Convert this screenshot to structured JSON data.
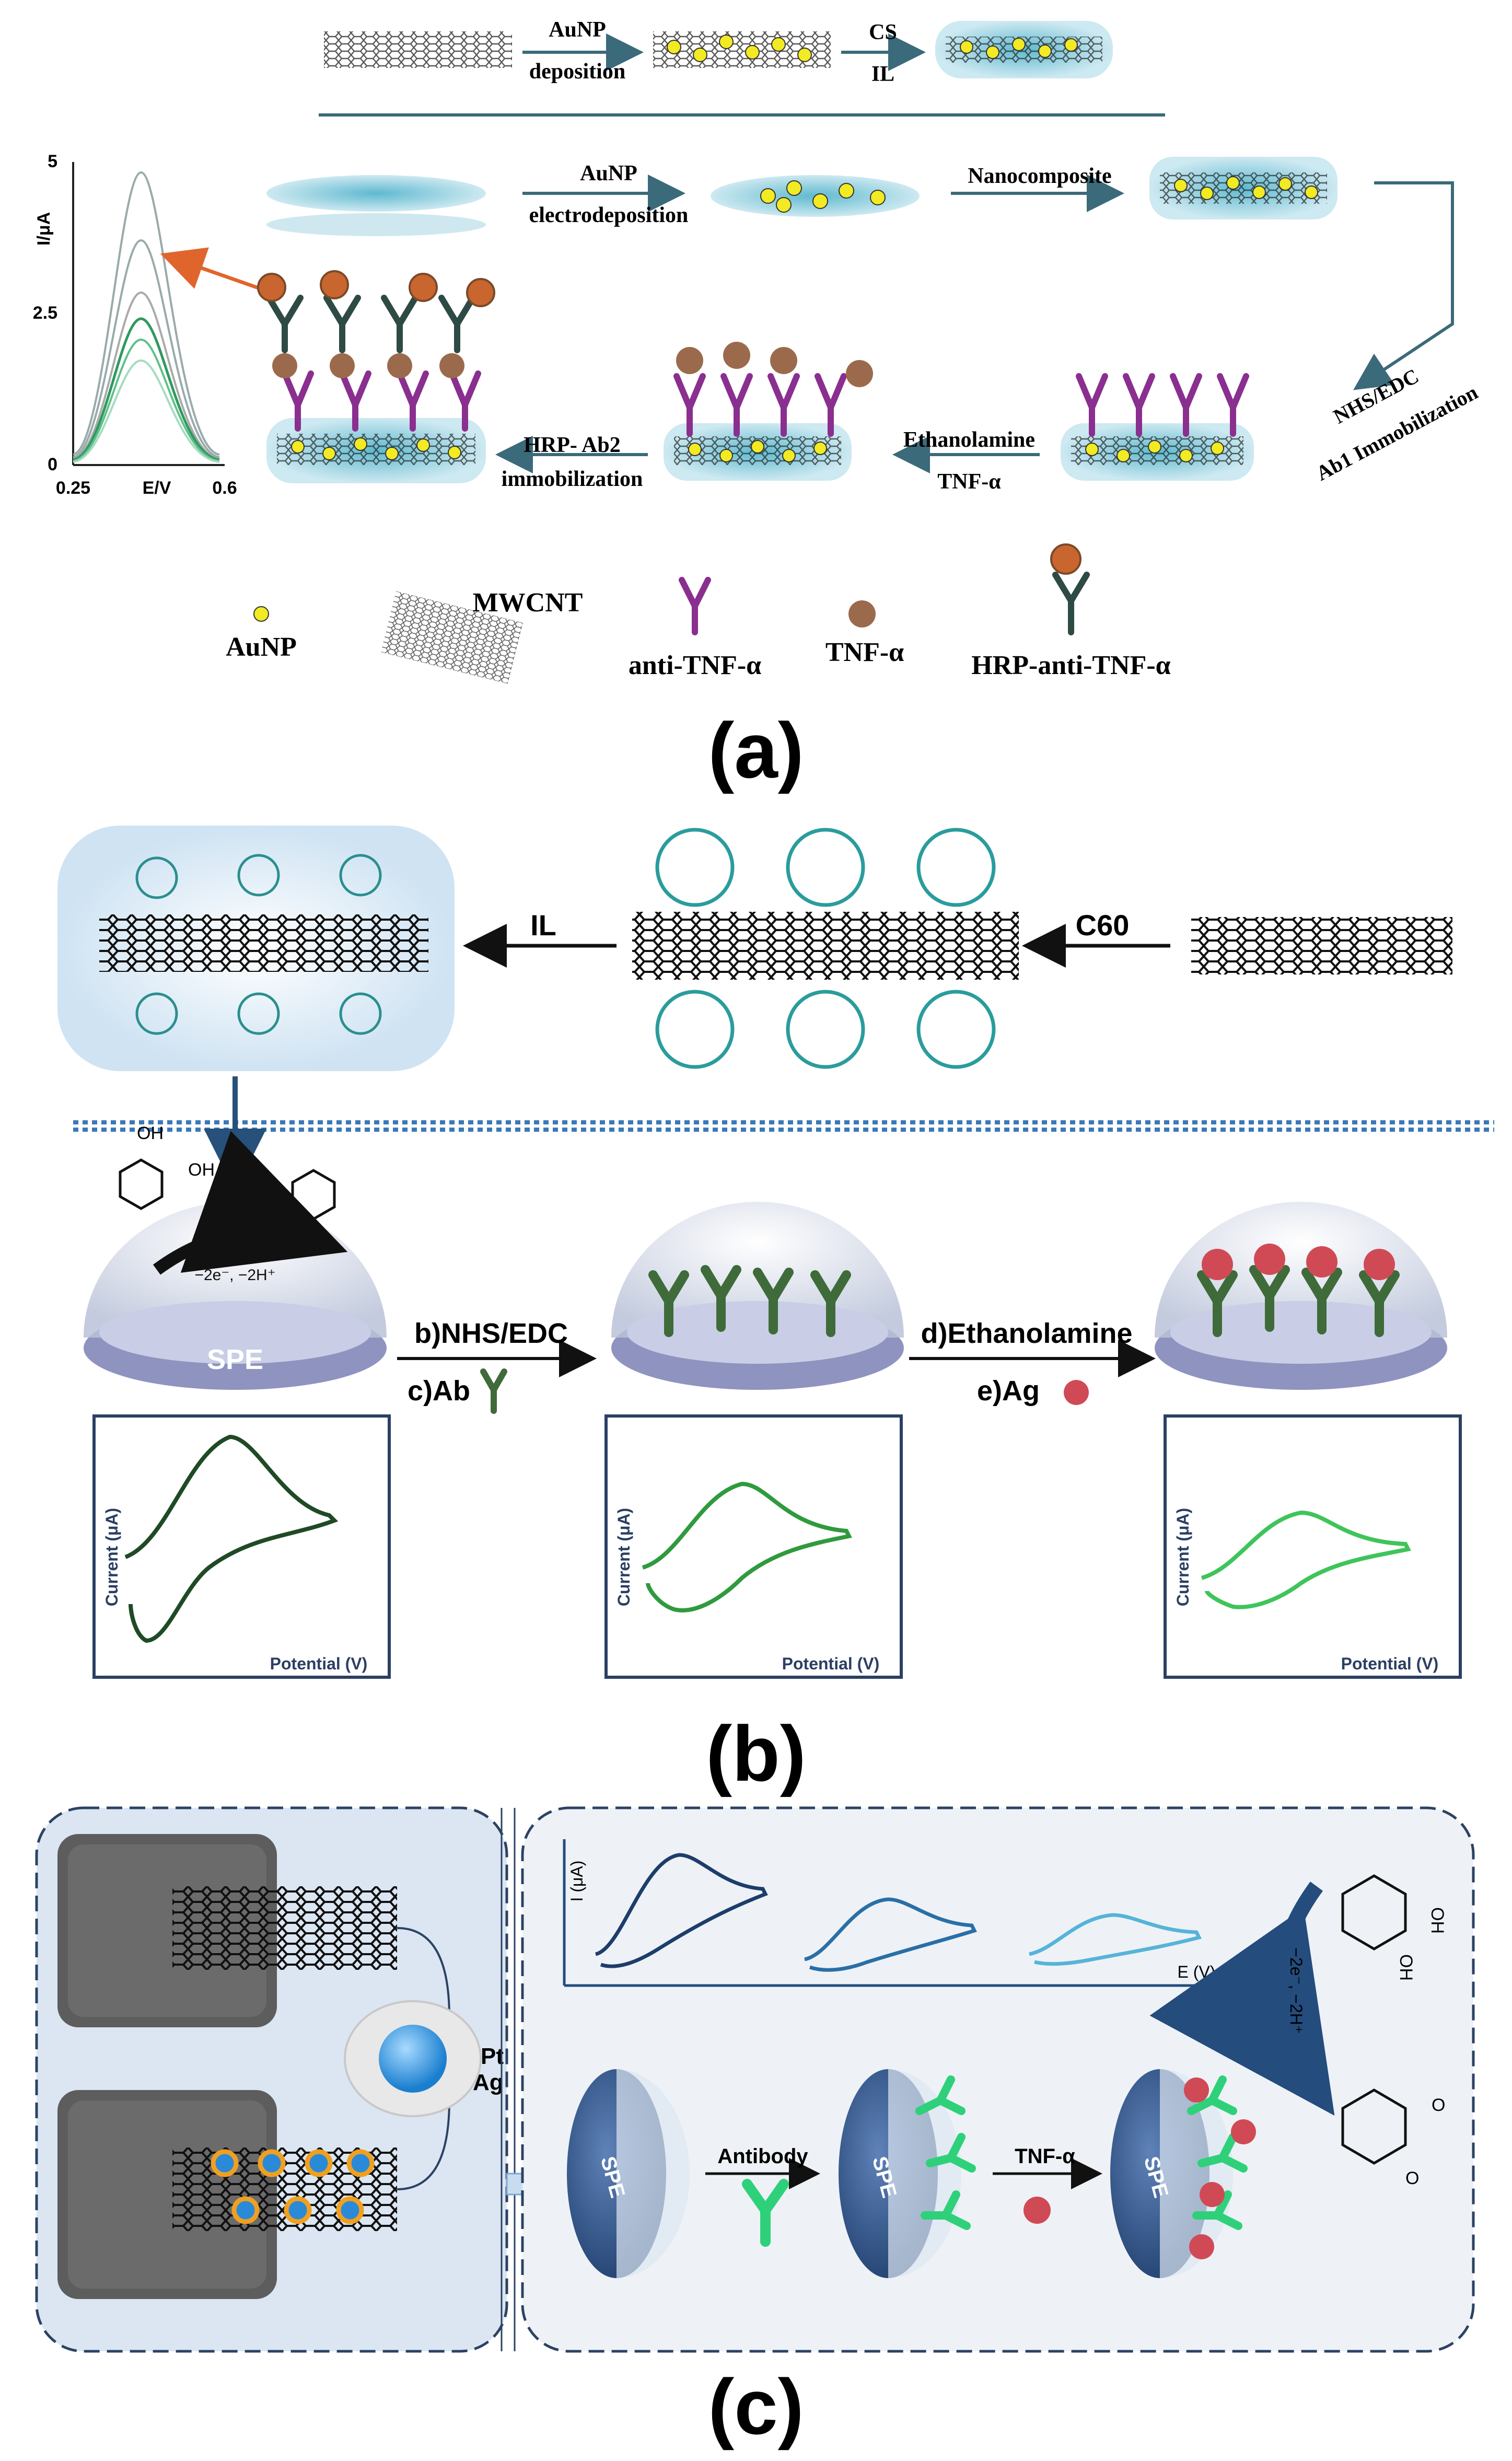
{
  "panel_a": {
    "label": "(a)",
    "top_arrow1": [
      "AuNP",
      "deposition"
    ],
    "top_arrow2": [
      "CS",
      "IL"
    ],
    "mid_arrow1": [
      "AuNP",
      "electrodeposition"
    ],
    "mid_arrow2": "Nanocomposite",
    "diag_arrow": [
      "NHS/EDC",
      "Ab1 Immobilization"
    ],
    "low_arrow1": [
      "Ethanolamine",
      "TNF-α"
    ],
    "low_arrow2": [
      "HRP- Ab2",
      "immobilization"
    ],
    "legend": {
      "aunp": "AuNP",
      "mwcnt": "MWCNT",
      "anti": "anti-TNF-α",
      "tnf": "TNF-α",
      "hrp": "HRP-anti-TNF-α"
    },
    "chart": {
      "ylabel": "I/μA",
      "xlabel": "E/V",
      "yticks": [
        "5",
        "2.5",
        "0"
      ],
      "xticks": [
        "0.25",
        "0.6"
      ]
    }
  },
  "panel_b": {
    "label": "(b)",
    "il": "IL",
    "c60": "C60",
    "reaction": "−2e⁻, −2H⁺",
    "oh1": "OH",
    "oh2": "OH",
    "spe": "SPE",
    "step1": [
      "b)NHS/EDC",
      "c)Ab"
    ],
    "step2": [
      "d)Ethanolamine",
      "e)Ag"
    ],
    "cv_ylabel": "Current (μA)",
    "cv_xlabel": "Potential (V)"
  },
  "panel_c": {
    "label": "(c)",
    "pt": "Pt",
    "ag": "Ag",
    "ylabel": "I (μA)",
    "xlabel": "E (V)",
    "antibody": "Antibody",
    "tnf": "TNF-α",
    "spe": "SPE",
    "reaction": "−2e⁻, −2H⁺",
    "oh": "OH",
    "o": "O"
  },
  "colors": {
    "antibody_purple": "#8a2f8f",
    "tnf_brown": "#9b6a4d",
    "electrode_blue": "#a9d9e6",
    "cv_green_dark": "#1f4a25",
    "cv_green": "#2f9a3e",
    "c_blue": "#244c7d",
    "c_bg": "#e0ebf5"
  }
}
